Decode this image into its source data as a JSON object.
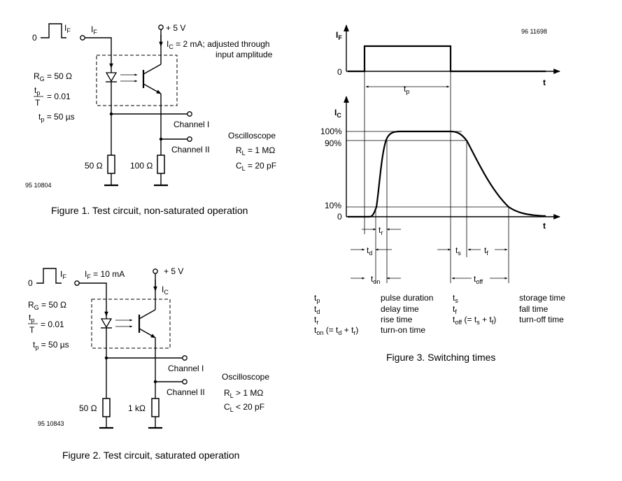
{
  "fig1": {
    "input_zero": "0",
    "if_pulse_label": "I",
    "if_pulse_sub": "F",
    "if_label": "I",
    "if_sub": "F",
    "vcc": "+ 5 V",
    "ic_text_pre": "I",
    "ic_text_sub": "C",
    "ic_text_post": " = 2 mA;  adjusted through",
    "ic_text_line2": "input amplitude",
    "rg_pre": "R",
    "rg_sub": "G",
    "rg_post": " = 50 Ω",
    "tp_num": "t",
    "tp_num_sub": "p",
    "tp_den": "T",
    "duty_value": "= 0.01",
    "tp_pre": "t",
    "tp_sub": "p",
    "tp_post": " = 50 µs",
    "channel1": "Channel I",
    "channel2": "Channel II",
    "osc": "Oscilloscope",
    "rl_pre": "R",
    "rl_sub": "L",
    "rl_post": " = 1 MΩ",
    "cl_pre": "C",
    "cl_sub": "L",
    "cl_post": " = 20 pF",
    "r1": "50 Ω",
    "r2": "100 Ω",
    "code": "95 10804",
    "caption": "Figure 1.  Test circuit, non-saturated operation"
  },
  "fig2": {
    "input_zero": "0",
    "if_pulse_label": "I",
    "if_pulse_sub": "F",
    "if_pre": "I",
    "if_sub": "F",
    "if_post": " = 10 mA",
    "vcc": "+ 5 V",
    "ic_pre": "I",
    "ic_sub": "C",
    "rg_pre": "R",
    "rg_sub": "G",
    "rg_post": " = 50 Ω",
    "tp_num": "t",
    "tp_num_sub": "p",
    "tp_den": "T",
    "duty_value": "= 0.01",
    "tp_pre": "t",
    "tp_sub": "p",
    "tp_post": " = 50 µs",
    "channel1": "Channel I",
    "channel2": "Channel II",
    "osc": "Oscilloscope",
    "rl_pre": "R",
    "rl_sub": "L",
    "rl_post": " > 1 MΩ",
    "cl_pre": "C",
    "cl_sub": "L",
    "cl_post": " < 20 pF",
    "r1": "50 Ω",
    "r2": "1 kΩ",
    "code": "95 10843",
    "caption": "Figure 2.  Test circuit, saturated operation"
  },
  "fig3": {
    "code": "96 11698",
    "if_pre": "I",
    "if_sub": "F",
    "zero_if": "0",
    "t_axis1": "t",
    "tp_pre": "t",
    "tp_sub": "p",
    "ic_pre": "I",
    "ic_sub": "C",
    "pct100": "100%",
    "pct90": "90%",
    "pct10": "10%",
    "zero_ic": "0",
    "t_axis2": "t",
    "tr_pre": "t",
    "tr_sub": "r",
    "td_pre": "t",
    "td_sub": "d",
    "ts_pre": "t",
    "ts_sub": "s",
    "tf_pre": "t",
    "tf_sub": "f",
    "ton_pre": "t",
    "ton_sub": "on",
    "toff_pre": "t",
    "toff_sub": "off",
    "legend": {
      "tp_sym": "t",
      "tp_sub": "p",
      "tp_desc": "pulse duration",
      "td_sym": "t",
      "td_sub": "d",
      "td_desc": "delay time",
      "tr_sym": "t",
      "tr_sub": "r",
      "tr_desc": "rise time",
      "ton_sym": "t",
      "ton_sub": "on",
      "ton_eq_a": " (= t",
      "ton_eq_a_sub": "d",
      "ton_eq_b": " + t",
      "ton_eq_b_sub": "r",
      "ton_eq_c": ")",
      "ton_desc": "turn-on time",
      "ts_sym": "t",
      "ts_sub": "s",
      "ts_desc": "storage time",
      "tf_sym": "t",
      "tf_sub": "f",
      "tf_desc": "fall time",
      "toff_sym": "t",
      "toff_sub": "off",
      "toff_eq_a": " (= t",
      "toff_eq_a_sub": "s",
      "toff_eq_b": " + t",
      "toff_eq_b_sub": "f",
      "toff_eq_c": ")",
      "toff_desc": "turn-off time"
    },
    "caption": "Figure 3.  Switching times"
  }
}
